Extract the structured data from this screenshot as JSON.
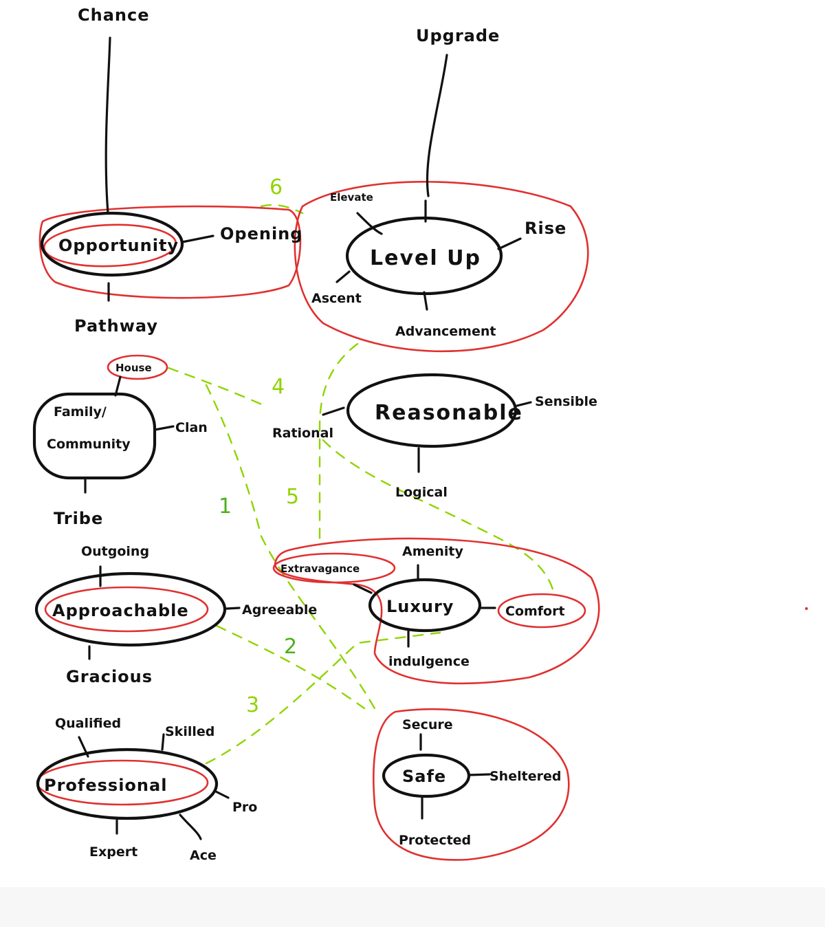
{
  "nodes": {
    "opportunity": {
      "label": "Opportunity",
      "children": [
        "Chance",
        "Opening",
        "Pathway"
      ]
    },
    "level_up": {
      "label": "Level Up",
      "children": [
        "Upgrade",
        "Elevate",
        "Rise",
        "Ascent",
        "Advancement"
      ]
    },
    "family": {
      "label_line1": "Family/",
      "label_line2": "Community",
      "children": [
        "House",
        "Clan",
        "Tribe"
      ]
    },
    "reasonable": {
      "label": "Reasonable",
      "children": [
        "Rational",
        "Sensible",
        "Logical"
      ]
    },
    "approachable": {
      "label": "Approachable",
      "children": [
        "Outgoing",
        "Agreeable",
        "Gracious"
      ]
    },
    "luxury": {
      "label": "Luxury",
      "children": [
        "Extravagance",
        "Amenity",
        "Comfort",
        "indulgence"
      ]
    },
    "professional": {
      "label": "Professional",
      "children": [
        "Qualified",
        "Skilled",
        "Pro",
        "Expert",
        "Ace"
      ]
    },
    "safe": {
      "label": "Safe",
      "children": [
        "Secure",
        "Sheltered",
        "Protected"
      ]
    }
  },
  "connection_numbers": [
    "6",
    "4",
    "5",
    "1",
    "2",
    "3"
  ],
  "colors": {
    "ink": "#111111",
    "highlight": "#e03030",
    "link": "#8fd400"
  }
}
